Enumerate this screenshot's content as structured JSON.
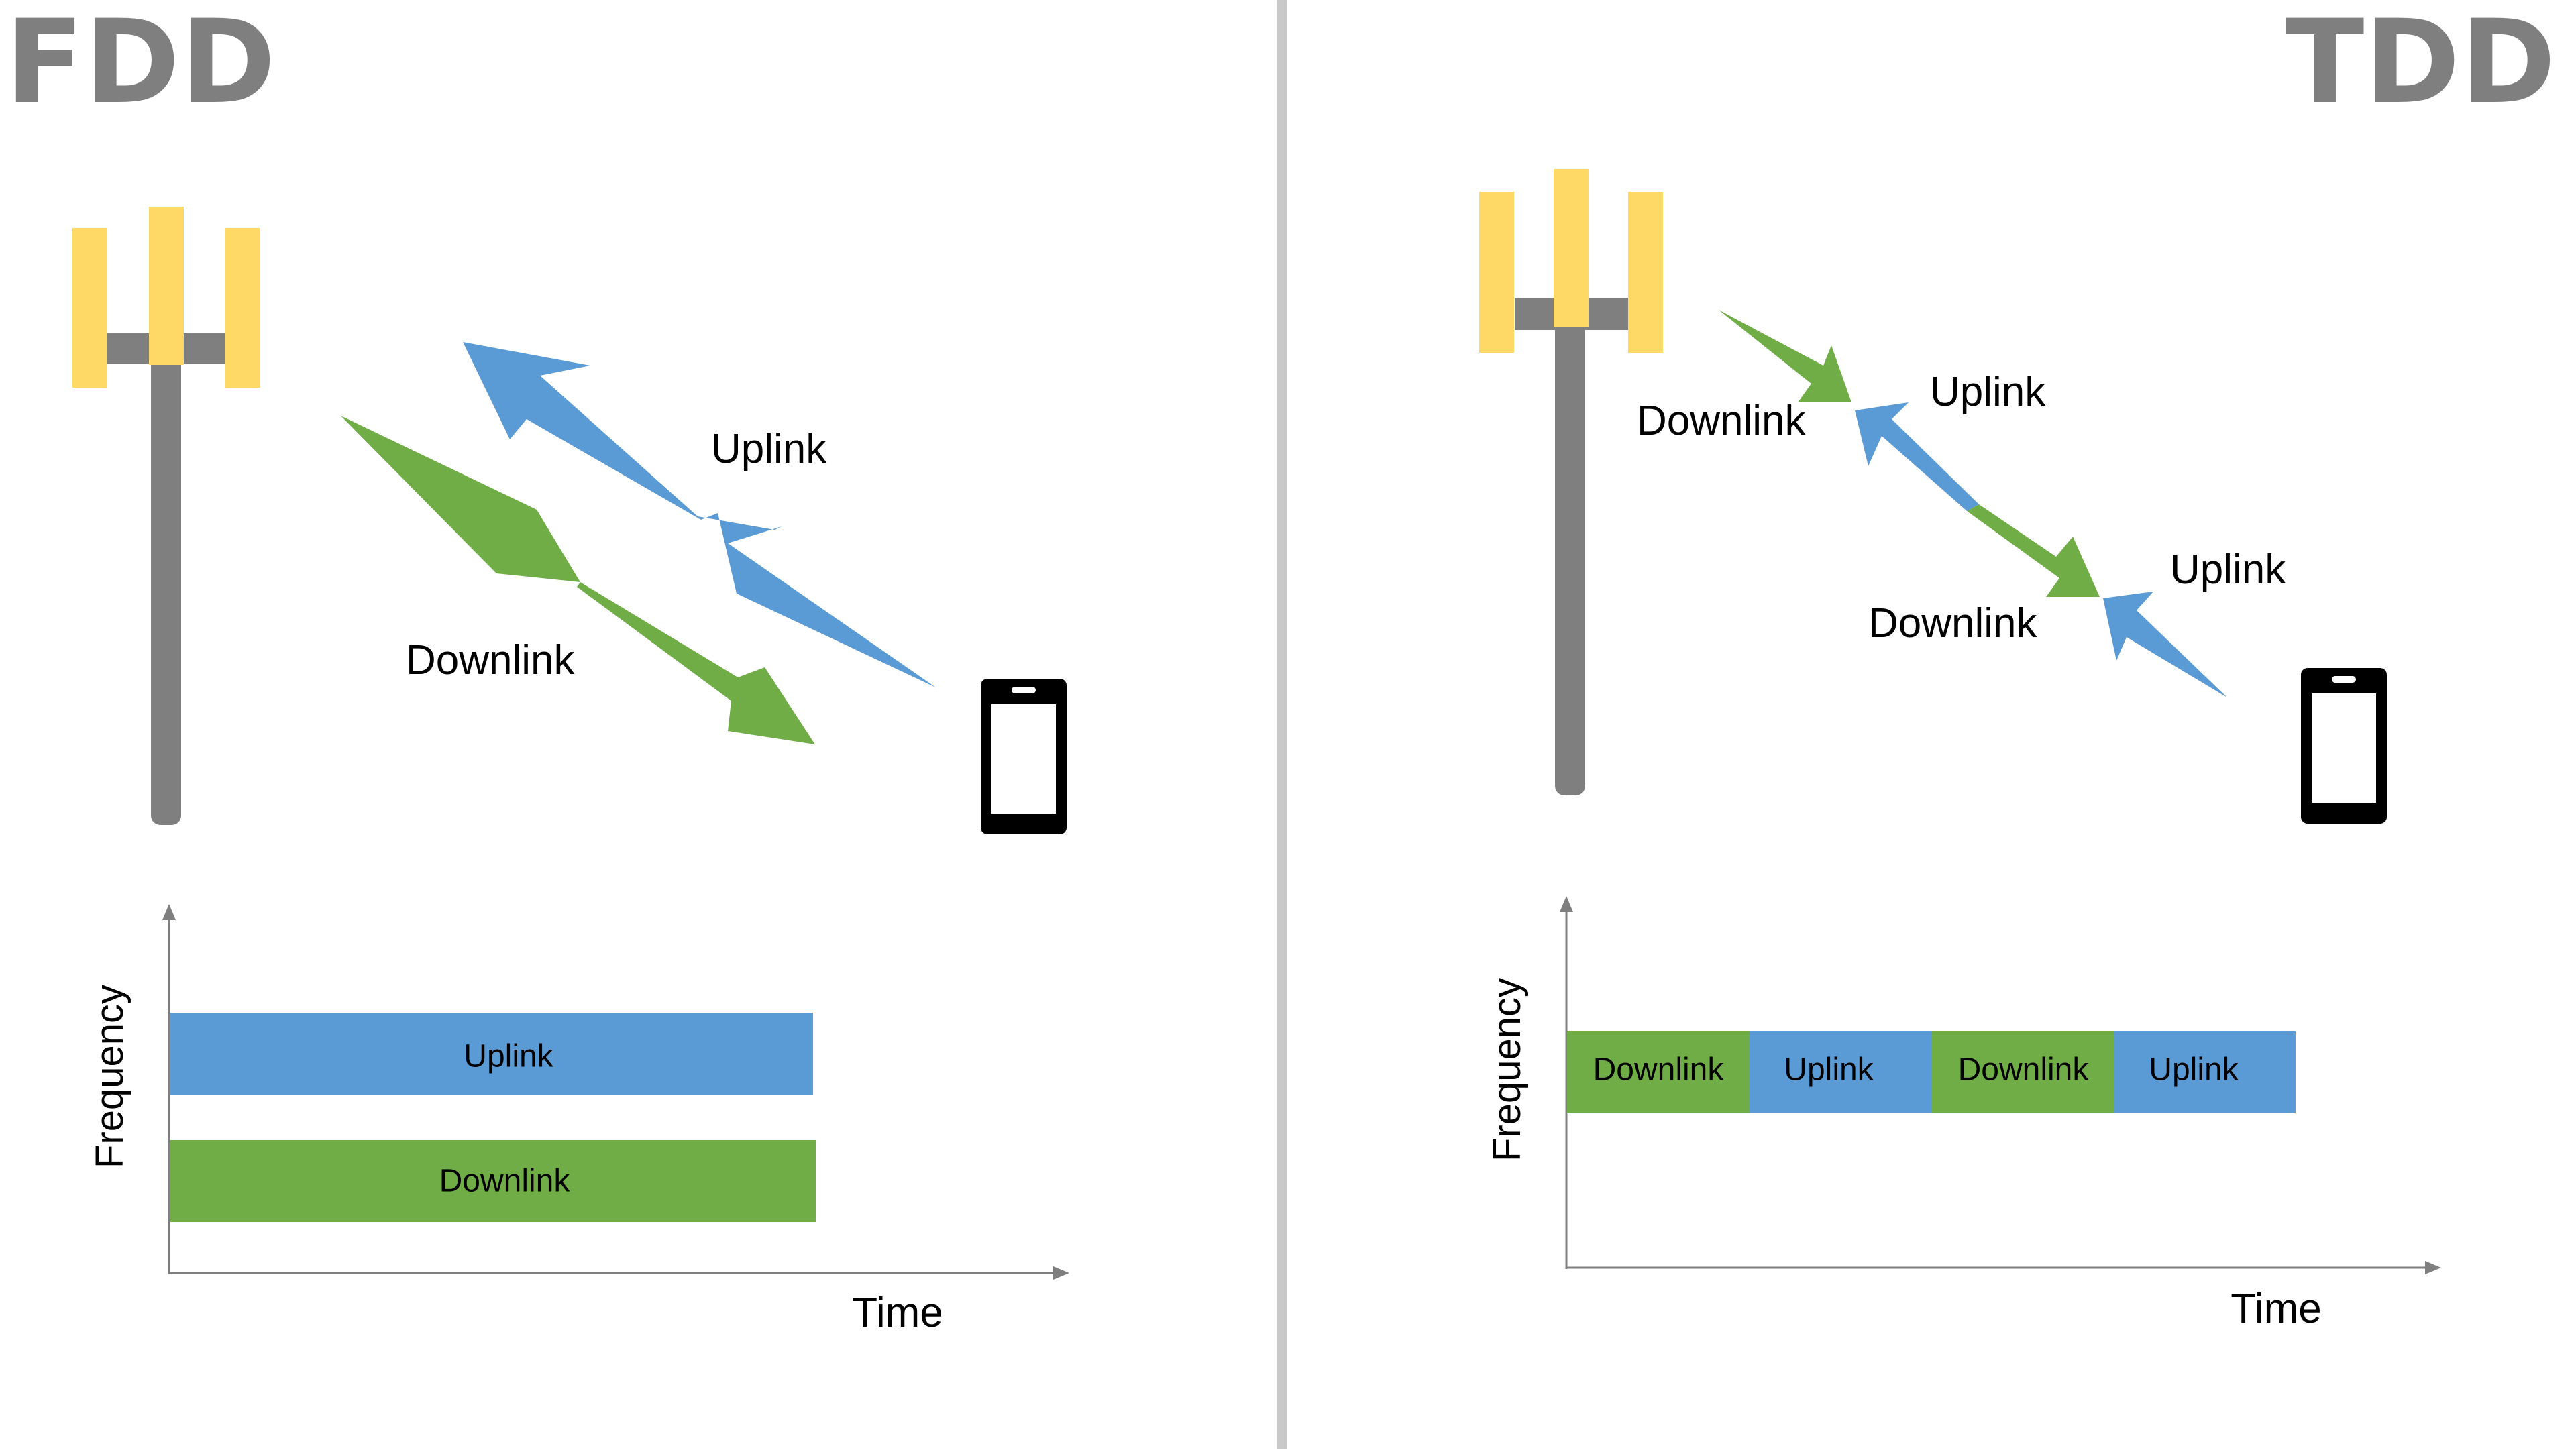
{
  "fdd": {
    "title": "FDD",
    "arrow_labels": {
      "uplink": "Uplink",
      "downlink": "Downlink"
    },
    "chart": {
      "y_axis_label": "Frequency",
      "x_axis_label": "Time",
      "bars": [
        {
          "label": "Uplink",
          "color": "#5B9BD5"
        },
        {
          "label": "Downlink",
          "color": "#70AD47"
        }
      ]
    }
  },
  "tdd": {
    "title": "TDD",
    "arrow_labels": {
      "downlink_1": "Downlink",
      "uplink_1": "Uplink",
      "downlink_2": "Downlink",
      "uplink_2": "Uplink"
    },
    "chart": {
      "y_axis_label": "Frequency",
      "x_axis_label": "Time",
      "segments": [
        {
          "label": "Downlink",
          "color": "#70AD47"
        },
        {
          "label": "Uplink",
          "color": "#5B9BD5"
        },
        {
          "label": "Downlink",
          "color": "#70AD47"
        },
        {
          "label": "Uplink",
          "color": "#5B9BD5"
        }
      ]
    }
  },
  "colors": {
    "uplink": "#5B9BD5",
    "downlink": "#70AD47",
    "antenna": "#FFD966",
    "mast": "#7F7F7F",
    "title": "#7F7F7F",
    "divider": "#C9C9C9",
    "axis": "#7F7F7F",
    "phone": "#000000"
  },
  "icons": [
    "cell-tower-icon",
    "smartphone-icon"
  ]
}
